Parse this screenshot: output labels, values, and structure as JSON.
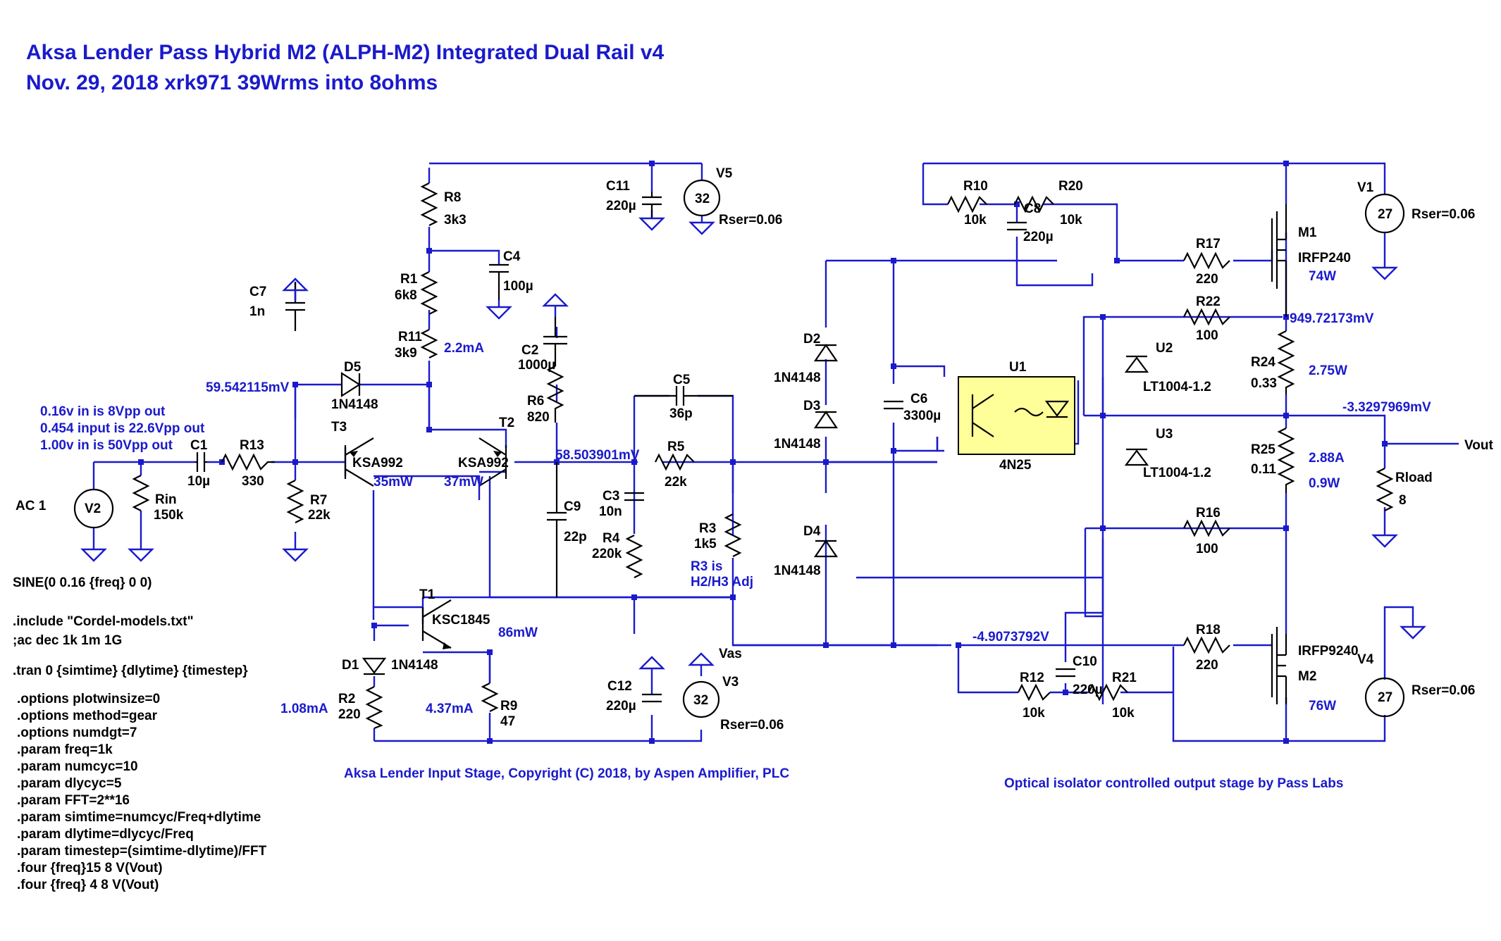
{
  "title": {
    "line1": "Aksa Lender Pass Hybrid M2 (ALPH-M2) Integrated Dual Rail v4",
    "line2": "Nov. 29, 2018    xrk971  39Wrms into 8ohms"
  },
  "colors": {
    "wire": "#1a1acc",
    "component": "#000000",
    "text_blue": "#1a1acc",
    "optocoupler_fill": "#ffff99"
  },
  "input_notes": [
    "0.16v in is 8Vpp out",
    "0.454 input is 22.6Vpp out",
    "1.00v in is 50Vpp out"
  ],
  "directives": [
    "SINE(0 0.16 {freq} 0 0)",
    ".include \"Cordel-models.txt\"",
    ";ac dec 1k 1m 1G",
    ".tran 0 {simtime} {dlytime} {timestep}",
    ".options plotwinsize=0",
    ".options method=gear",
    ".options numdgt=7",
    ".param freq=1k",
    ".param numcyc=10",
    ".param dlycyc=5",
    ".param FFT=2**16",
    ".param simtime=numcyc/Freq+dlytime",
    ".param dlytime=dlycyc/Freq",
    ".param timestep=(simtime-dlytime)/FFT",
    ".four {freq}15 8 V(Vout)",
    ".four {freq} 4 8 V(Vout)"
  ],
  "components": {
    "V2": {
      "name": "V2",
      "label": "AC 1"
    },
    "Rin": {
      "name": "Rin",
      "value": "150k"
    },
    "C1": {
      "name": "C1",
      "value": "10µ"
    },
    "R13": {
      "name": "R13",
      "value": "330"
    },
    "R7": {
      "name": "R7",
      "value": "22k"
    },
    "C7": {
      "name": "C7",
      "value": "1n"
    },
    "D5": {
      "name": "D5",
      "value": "1N4148"
    },
    "T3": {
      "name": "T3",
      "value": "KSA992"
    },
    "T2": {
      "name": "T2",
      "value": "KSA992"
    },
    "T1": {
      "name": "T1",
      "value": "KSC1845"
    },
    "R8": {
      "name": "R8",
      "value": "3k3"
    },
    "R1": {
      "name": "R1",
      "value": "6k8"
    },
    "R11": {
      "name": "R11",
      "value": "3k9"
    },
    "C4": {
      "name": "C4",
      "value": "100µ"
    },
    "C11": {
      "name": "C11",
      "value": "220µ"
    },
    "V5": {
      "name": "V5",
      "value": "32",
      "rser": "Rser=0.06"
    },
    "C2": {
      "name": "C2",
      "value": "1000µ"
    },
    "R6": {
      "name": "R6",
      "value": "820"
    },
    "C9": {
      "name": "C9",
      "value": "22p"
    },
    "C5": {
      "name": "C5",
      "value": "36p"
    },
    "R5": {
      "name": "R5",
      "value": "22k"
    },
    "C3": {
      "name": "C3",
      "value": "10n"
    },
    "R4": {
      "name": "R4",
      "value": "220k"
    },
    "R3": {
      "name": "R3",
      "value": "1k5"
    },
    "D1": {
      "name": "D1",
      "value": "1N4148"
    },
    "R2": {
      "name": "R2",
      "value": "220"
    },
    "R9": {
      "name": "R9",
      "value": "47"
    },
    "C12": {
      "name": "C12",
      "value": "220µ"
    },
    "V3": {
      "name": "V3",
      "value": "32",
      "rser": "Rser=0.06"
    },
    "D2": {
      "name": "D2",
      "value": "1N4148"
    },
    "D3": {
      "name": "D3",
      "value": "1N4148"
    },
    "D4": {
      "name": "D4",
      "value": "1N4148"
    },
    "C6": {
      "name": "C6",
      "value": "3300µ"
    },
    "U1": {
      "name": "U1",
      "value": "4N25"
    },
    "U2": {
      "name": "U2",
      "value": "LT1004-1.2"
    },
    "U3": {
      "name": "U3",
      "value": "LT1004-1.2"
    },
    "R10": {
      "name": "R10",
      "value": "10k"
    },
    "C8": {
      "name": "C8",
      "value": "220µ"
    },
    "R20": {
      "name": "R20",
      "value": "10k"
    },
    "R17": {
      "name": "R17",
      "value": "220"
    },
    "R22": {
      "name": "R22",
      "value": "100"
    },
    "R16": {
      "name": "R16",
      "value": "100"
    },
    "R18": {
      "name": "R18",
      "value": "220"
    },
    "R12": {
      "name": "R12",
      "value": "10k"
    },
    "C10": {
      "name": "C10",
      "value": "220µ"
    },
    "R21": {
      "name": "R21",
      "value": "10k"
    },
    "M1": {
      "name": "M1",
      "value": "IRFP240"
    },
    "M2": {
      "name": "M2",
      "value": "IRFP9240"
    },
    "R24": {
      "name": "R24",
      "value": "0.33"
    },
    "R25": {
      "name": "R25",
      "value": "0.11"
    },
    "Rload": {
      "name": "Rload",
      "value": "8"
    },
    "V1": {
      "name": "V1",
      "value": "27",
      "rser": "Rser=0.06"
    },
    "V4": {
      "name": "V4",
      "value": "27",
      "rser": "Rser=0.06"
    }
  },
  "annotations": {
    "n_t3_base": "59.542115mV",
    "i_r11": "2.2mA",
    "p_t3": "35mW",
    "p_t2": "37mW",
    "n_t2_base": "58.503901mV",
    "p_t1": "86mW",
    "i_r2": "1.08mA",
    "i_r9": "4.37mA",
    "r3_note_1": "R3 is",
    "r3_note_2": "H2/H3 Adj",
    "n_vas_neg": "-4.9073792V",
    "n_m1_source": "949.72173mV",
    "n_out_mid": "-3.3297969mV",
    "p_m1": "74W",
    "p_r24": "2.75W",
    "i_r25": "2.88A",
    "p_r25": "0.9W",
    "p_m2": "76W"
  },
  "net_labels": {
    "vas": "Vas",
    "vout": "Vout"
  },
  "captions": {
    "input_stage": "Aksa Lender Input Stage, Copyright (C) 2018, by Aspen Amplifier, PLC",
    "output_stage": "Optical isolator controlled output stage by Pass Labs"
  }
}
